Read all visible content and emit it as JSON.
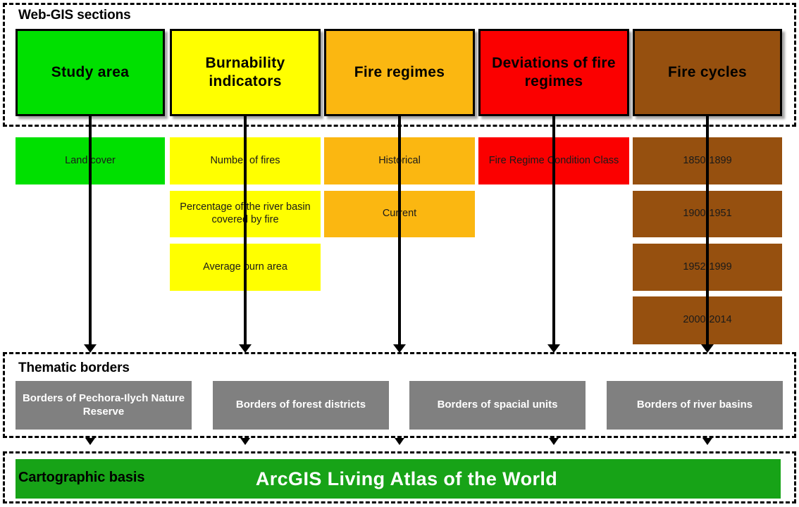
{
  "sections": {
    "websections": {
      "title": "Web-GIS sections"
    },
    "thematic": {
      "title": "Thematic borders"
    },
    "cartographic": {
      "title": "Cartographic basis",
      "source": "ArcGIS Living Atlas of the World"
    }
  },
  "colors": {
    "study_area": "#00E000",
    "burnability": "#FFFF00",
    "fire_regimes": "#FBB711",
    "deviations": "#FB0000",
    "fire_cycles": "#96500F",
    "thematic_grey": "#808080",
    "cartographic_green": "#17A317",
    "outline": "#000000"
  },
  "columns": [
    {
      "id": "study-area",
      "label": "Study area",
      "color": "#00E000",
      "children": [
        {
          "label": "Land cover"
        }
      ]
    },
    {
      "id": "burnability-indicators",
      "label": "Burnability indicators",
      "color": "#FFFF00",
      "children": [
        {
          "label": "Number of fires"
        },
        {
          "label": "Percentage of the river basin covered by fire"
        },
        {
          "label": "Average burn area"
        }
      ]
    },
    {
      "id": "fire-regimes",
      "label": "Fire regimes",
      "color": "#FBB711",
      "children": [
        {
          "label": "Historical"
        },
        {
          "label": "Current"
        }
      ]
    },
    {
      "id": "deviations-of-fire-regimes",
      "label": "Deviations of fire regimes",
      "color": "#FB0000",
      "children": [
        {
          "label": "Fire Regime Condition Class"
        }
      ]
    },
    {
      "id": "fire-cycles",
      "label": "Fire cycles",
      "color": "#96500F",
      "children": [
        {
          "label": "1850-1899"
        },
        {
          "label": "1900-1951"
        },
        {
          "label": "1952-1999"
        },
        {
          "label": "2000-2014"
        }
      ]
    }
  ],
  "thematic_borders": [
    {
      "label": "Borders of Pechora-Ilych Nature Reserve"
    },
    {
      "label": "Borders of forest districts"
    },
    {
      "label": "Borders of spacial units"
    },
    {
      "label": "Borders of river basins"
    }
  ]
}
